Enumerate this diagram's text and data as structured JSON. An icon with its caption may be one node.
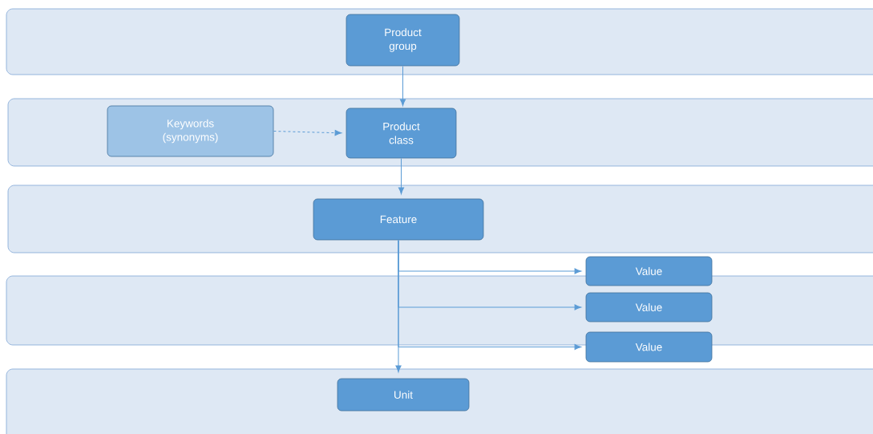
{
  "diagram": {
    "nodes": [
      {
        "text": [],
        "shape": "box"
      },
      {
        "text": [
          "Product group"
        ],
        "in": 0
      },
      {
        "text": [],
        "shape": "box"
      },
      {
        "text": [
          "Keywords (synonyms)"
        ],
        "in": 2
      },
      {
        "text": [
          "Product class"
        ],
        "in": 2
      },
      {
        "text": [],
        "shape": "box"
      },
      {
        "text": [
          "Feature"
        ],
        "in": 5
      },
      {
        "text": [],
        "shape": "box"
      },
      {
        "text": [
          "Value"
        ]
      },
      {
        "text": [
          "Value"
        ],
        "in": 7
      },
      {
        "text": [
          "Value"
        ]
      },
      {
        "text": [],
        "shape": "box"
      },
      {
        "text": [
          "Unit"
        ],
        "in": 11
      }
    ],
    "edges": [
      {
        "from": 1,
        "to": 4,
        "arrow": "to"
      },
      {
        "from": 3,
        "to": 4,
        "arrow": "to",
        "style": "dashed"
      },
      {
        "from": 4,
        "to": 6,
        "arrow": "to"
      },
      {
        "from": 6,
        "to": 8,
        "arrow": "to"
      },
      {
        "from": 6,
        "to": 9,
        "arrow": "to"
      },
      {
        "from": 6,
        "to": 10,
        "arrow": "to"
      },
      {
        "from": 6,
        "to": 12,
        "arrow": "to"
      }
    ]
  }
}
